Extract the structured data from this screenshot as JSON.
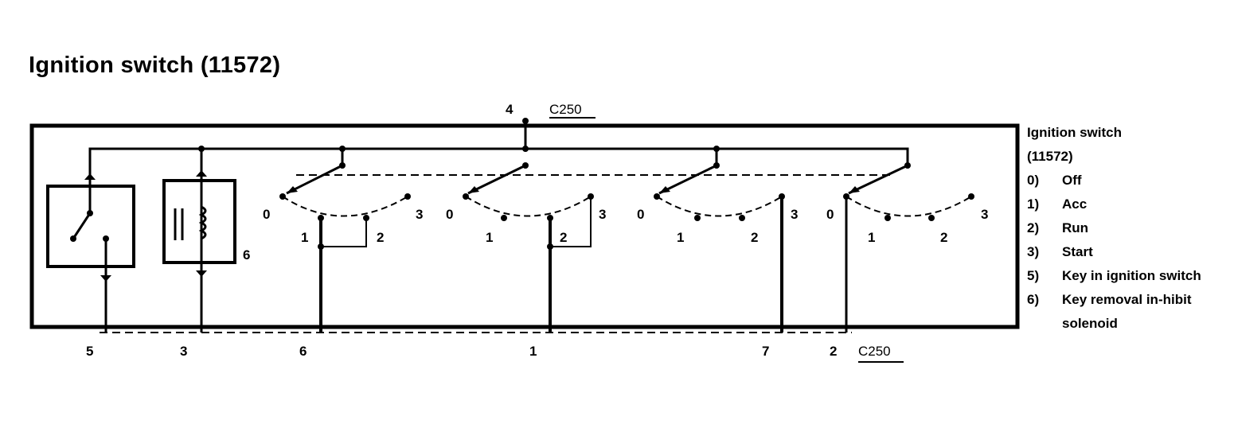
{
  "title": "Ignition switch (11572)",
  "top_pin": "4",
  "top_connector": "C250",
  "bottom_connector": "C250",
  "bottom_pins": [
    "5",
    "3",
    "6",
    "1",
    "7",
    "2"
  ],
  "solenoid_label": "6",
  "switch_groups": [
    {
      "p0": "0",
      "p1": "1",
      "p2": "2",
      "p3": "3"
    },
    {
      "p0": "0",
      "p1": "1",
      "p2": "2",
      "p3": "3"
    },
    {
      "p0": "0",
      "p1": "1",
      "p2": "2",
      "p3": "3"
    },
    {
      "p0": "0",
      "p1": "1",
      "p2": "2",
      "p3": "3"
    }
  ],
  "legend": {
    "title_line1": "Ignition switch",
    "title_line2": "(11572)",
    "items": [
      {
        "key": "0)",
        "text": "Off"
      },
      {
        "key": "1)",
        "text": "Acc"
      },
      {
        "key": "2)",
        "text": "Run"
      },
      {
        "key": "3)",
        "text": "Start"
      },
      {
        "key": "5)",
        "text": "Key in ignition switch"
      },
      {
        "key": "6)",
        "text": "Key removal in-hibit solenoid"
      }
    ]
  }
}
